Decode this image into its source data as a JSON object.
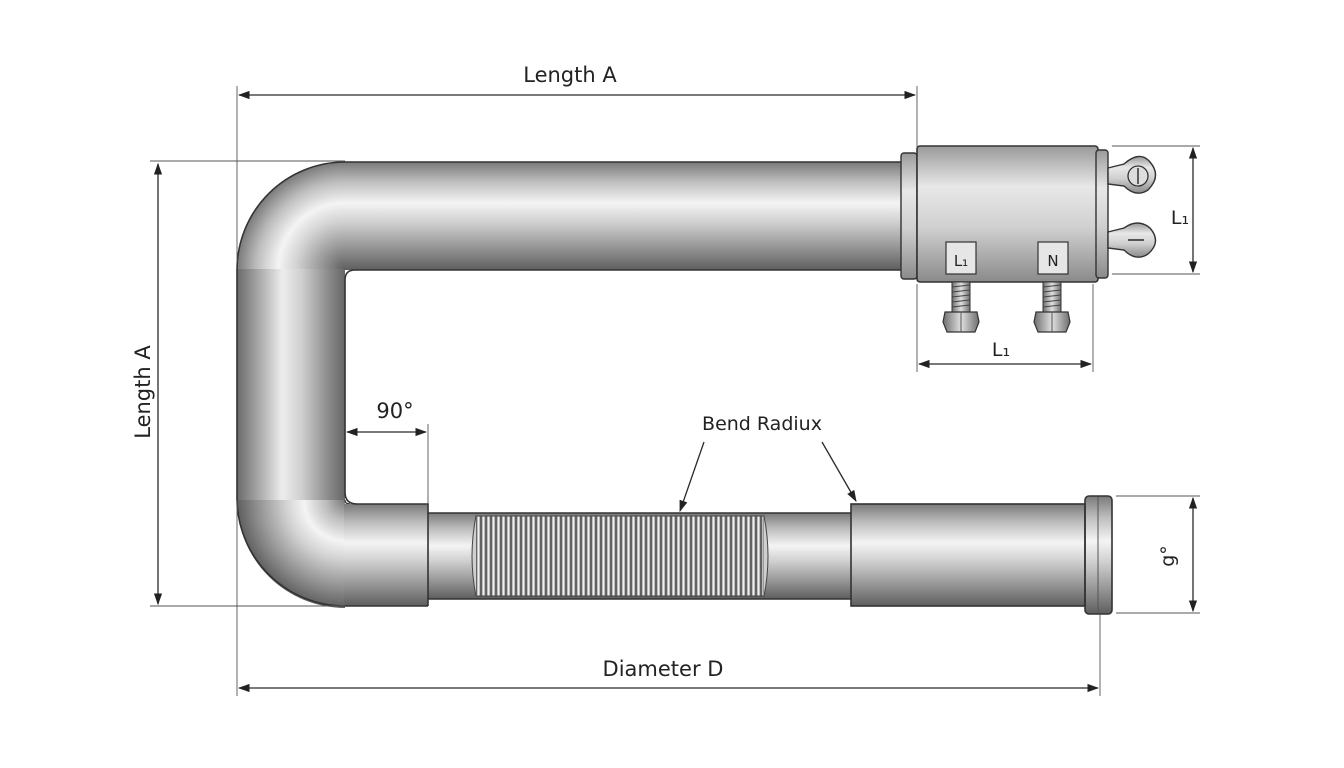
{
  "labels": {
    "length_a_top": "Length A",
    "length_a_side": "Length A",
    "diameter_d": "Diameter D",
    "bend_radius": "Bend Radiux",
    "angle": "90°",
    "l1_right": "L₁",
    "l1_bottom": "L₁",
    "terminal_l1": "L₁",
    "terminal_n": "N",
    "g_degree": "g°"
  }
}
